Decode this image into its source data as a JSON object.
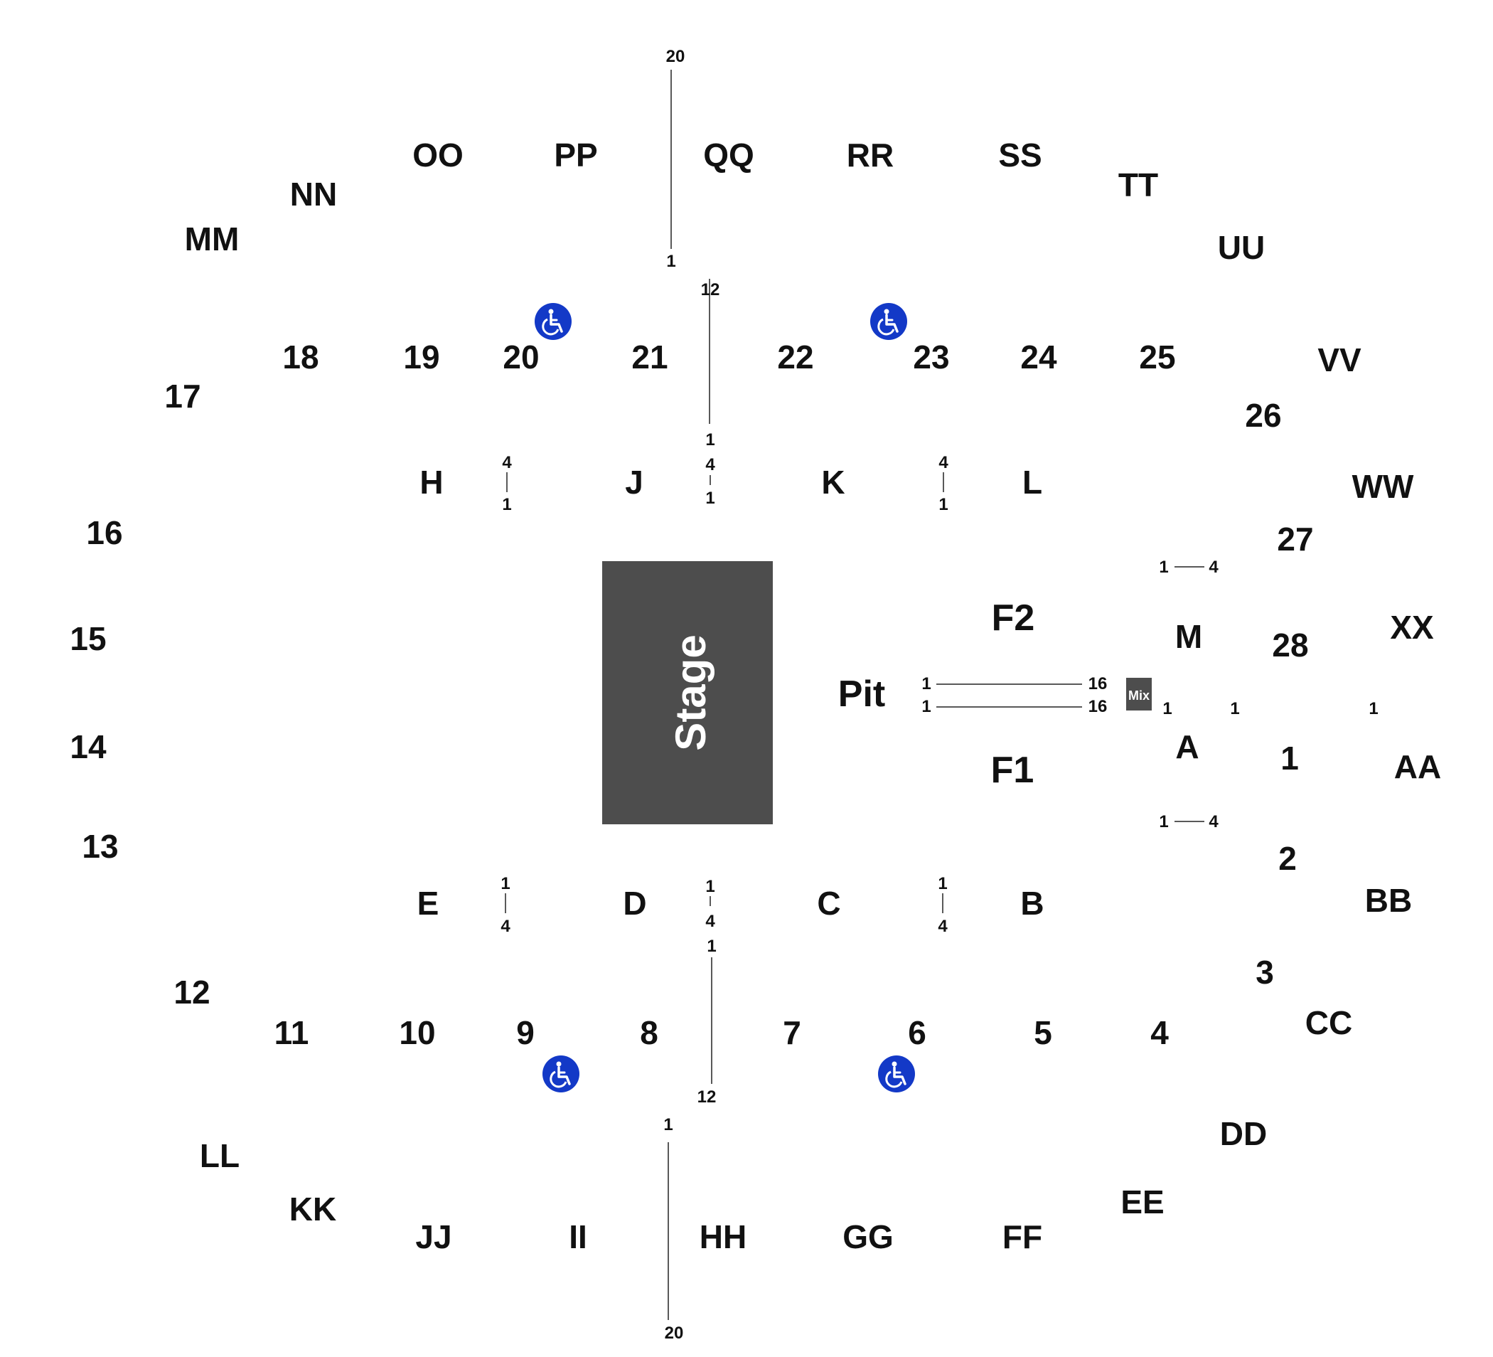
{
  "stage_label": "Stage",
  "pit_label": "Pit",
  "mix_label": "Mix",
  "colors": {
    "stage": "#4d4d4d",
    "mix": "#4d4d4d",
    "accessible": "#1339c7",
    "text": "#111111"
  },
  "icons": {
    "accessible": "wheelchair-icon"
  },
  "sections": {
    "OO": "OO",
    "PP": "PP",
    "QQ": "QQ",
    "RR": "RR",
    "SS": "SS",
    "TT": "TT",
    "UU": "UU",
    "NN": "NN",
    "MM": "MM",
    "VV": "VV",
    "WW": "WW",
    "XX": "XX",
    "AA": "AA",
    "BB": "BB",
    "CC": "CC",
    "DD": "DD",
    "EE": "EE",
    "FF": "FF",
    "GG": "GG",
    "HH": "HH",
    "II": "II",
    "JJ": "JJ",
    "KK": "KK",
    "LL": "LL",
    "s1": "1",
    "s2": "2",
    "s3": "3",
    "s4": "4",
    "s5": "5",
    "s6": "6",
    "s7": "7",
    "s8": "8",
    "s9": "9",
    "s10": "10",
    "s11": "11",
    "s12": "12",
    "s13": "13",
    "s14": "14",
    "s15": "15",
    "s16": "16",
    "s17": "17",
    "s18": "18",
    "s19": "19",
    "s20": "20",
    "s21": "21",
    "s22": "22",
    "s23": "23",
    "s24": "24",
    "s25": "25",
    "s26": "26",
    "s27": "27",
    "s28": "28",
    "A": "A",
    "B": "B",
    "C": "C",
    "D": "D",
    "E": "E",
    "H": "H",
    "J": "J",
    "K": "K",
    "L": "L",
    "M": "M",
    "F1": "F1",
    "F2": "F2"
  },
  "row_numbers": {
    "one": "1",
    "four": "4",
    "twelve": "12",
    "sixteen": "16",
    "twenty": "20"
  }
}
